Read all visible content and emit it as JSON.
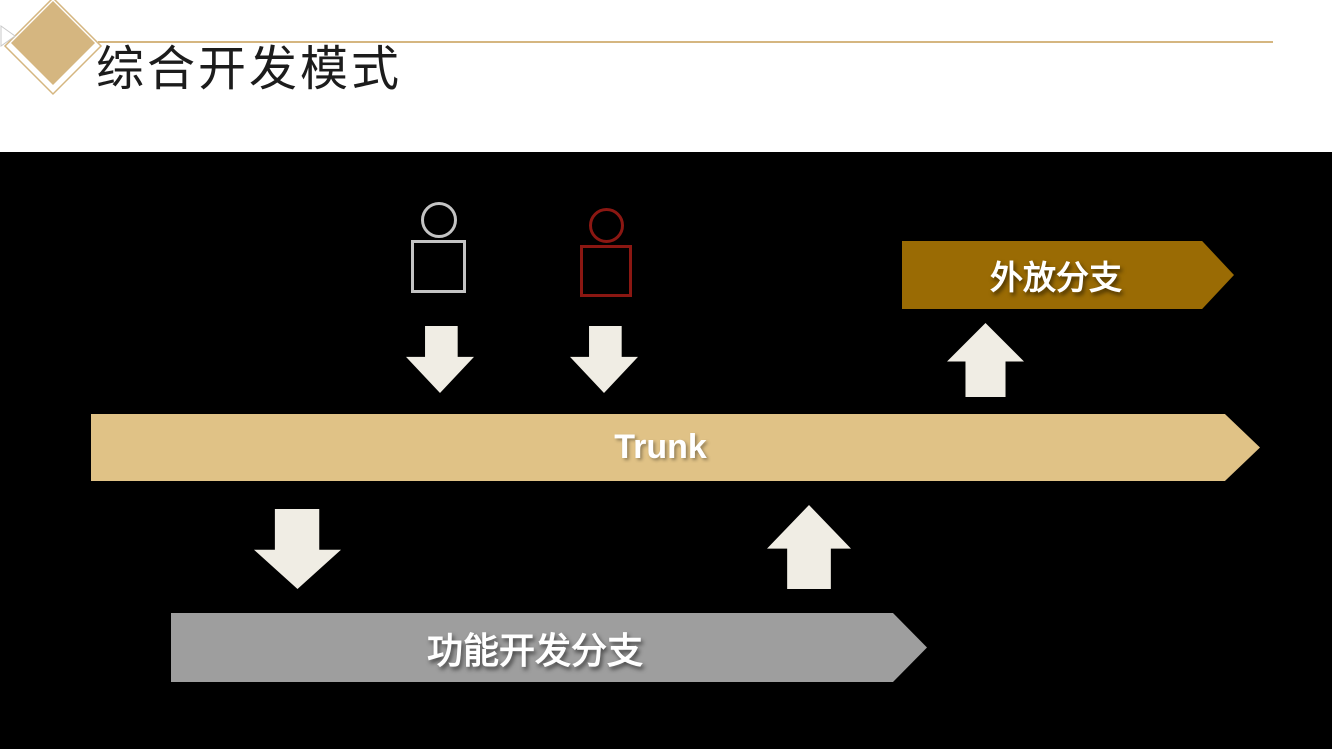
{
  "slide": {
    "title": "综合开发模式"
  },
  "diagram": {
    "trunk": {
      "label": "Trunk"
    },
    "release_branch": {
      "label": "外放分支"
    },
    "feature_branch": {
      "label": "功能开发分支"
    }
  },
  "icons": {
    "developer_gray": "person-outline-icon",
    "developer_red": "person-outline-icon",
    "commit_arrows": "block-arrow-down-icon",
    "merge_arrows": "block-arrow-up-icon",
    "header_decoration": "diamond-icon"
  },
  "colors": {
    "accent_gold": "#d5b680",
    "trunk_fill": "#e0c286",
    "release_fill": "#9a6b04",
    "feature_fill": "#9e9e9e",
    "arrow_cream": "#f0ede4",
    "person_gray": "#c4c4c4",
    "person_red": "#8b1712",
    "panel_black": "#000000",
    "title_color": "#1c1c1c"
  }
}
